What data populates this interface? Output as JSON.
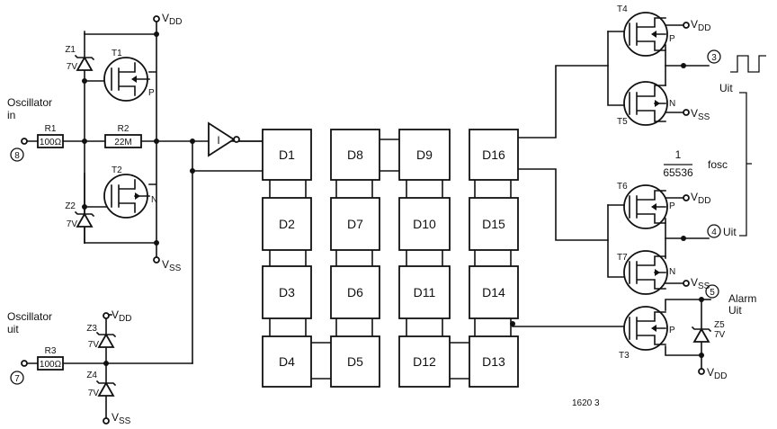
{
  "labels": {
    "vdd": "V",
    "vdd_sub": "DD",
    "vss": "V",
    "vss_sub": "SS",
    "osc_in_1": "Oscillator",
    "osc_in_2": "in",
    "osc_uit_1": "Oscillator",
    "osc_uit_2": "uit",
    "pin8": "8",
    "pin7": "7",
    "pin3": "3",
    "pin4": "4",
    "pin5": "5",
    "alarm_1": "Alarm",
    "alarm_2": "Uit",
    "uit": "Uit",
    "frac_num": "1",
    "frac_den": "65536",
    "fosc": "fosc",
    "fig_code": "1620 3",
    "inverter": "I"
  },
  "components": {
    "R1": {
      "name": "R1",
      "value": "100Ω"
    },
    "R2": {
      "name": "R2",
      "value": "22M"
    },
    "R3": {
      "name": "R3",
      "value": "100Ω"
    },
    "Z1": {
      "name": "Z1",
      "value": "7V"
    },
    "Z2": {
      "name": "Z2",
      "value": "7V"
    },
    "Z3": {
      "name": "Z3",
      "value": "7V"
    },
    "Z4": {
      "name": "Z4",
      "value": "7V"
    },
    "Z5": {
      "name": "Z5",
      "value": "7V"
    },
    "T1": {
      "name": "T1",
      "type": "P"
    },
    "T2": {
      "name": "T2",
      "type": "N"
    },
    "T3": {
      "name": "T3",
      "type": "P"
    },
    "T4": {
      "name": "T4",
      "type": "P"
    },
    "T5": {
      "name": "T5",
      "type": "N"
    },
    "T6": {
      "name": "T6",
      "type": "P"
    },
    "T7": {
      "name": "T7",
      "type": "N"
    }
  },
  "dividers": [
    "D1",
    "D2",
    "D3",
    "D4",
    "D5",
    "D6",
    "D7",
    "D8",
    "D9",
    "D10",
    "D11",
    "D12",
    "D13",
    "D14",
    "D15",
    "D16"
  ]
}
